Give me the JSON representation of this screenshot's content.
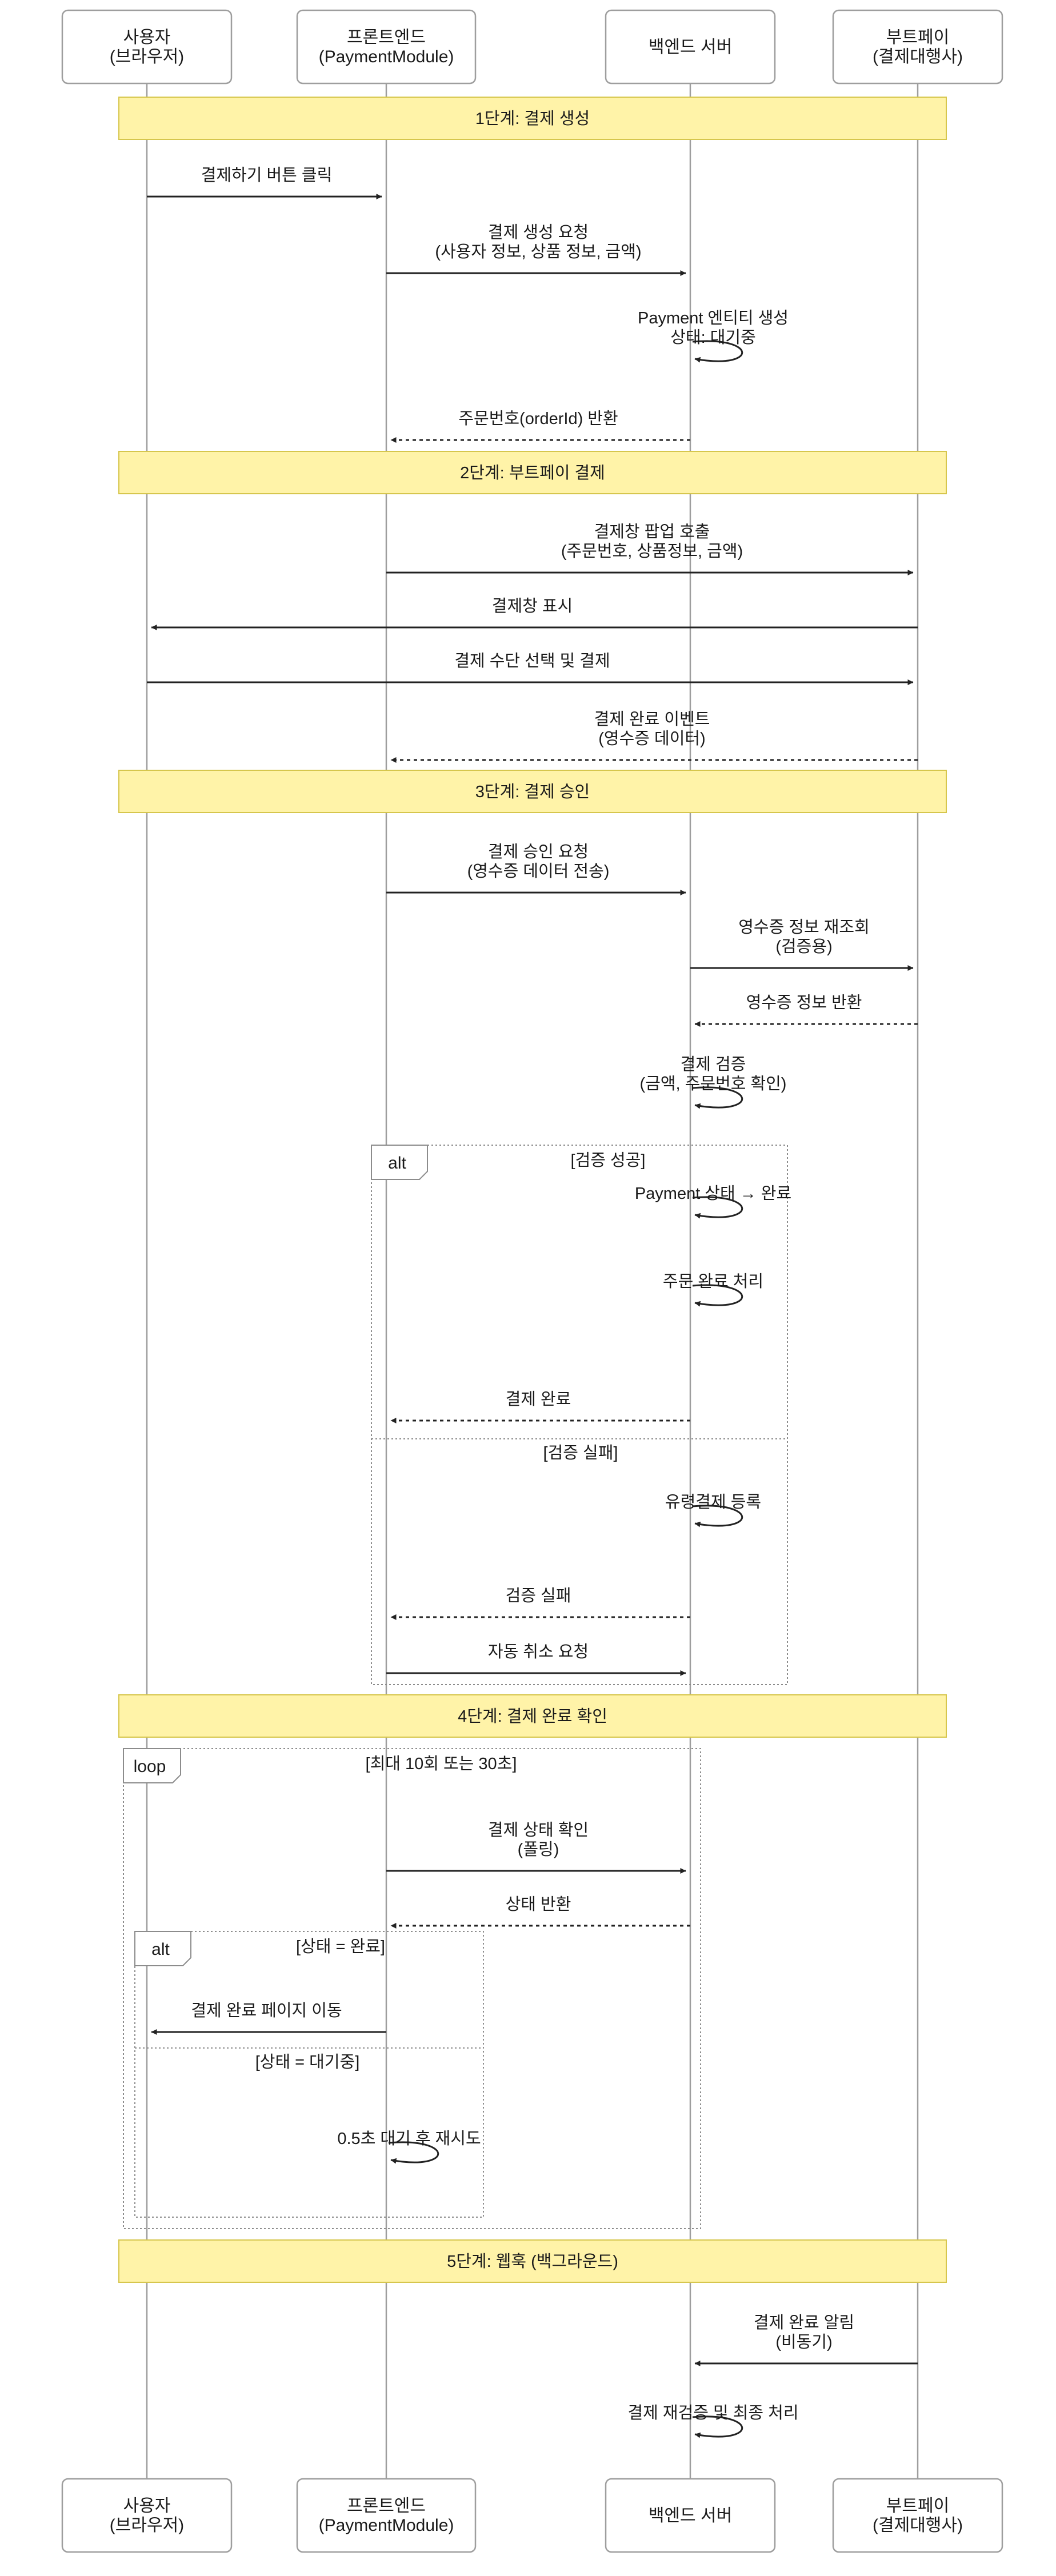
{
  "actors": [
    {
      "id": "user",
      "lines": [
        "사용자",
        "(브라우저)"
      ]
    },
    {
      "id": "frontend",
      "lines": [
        "프론트엔드",
        "(PaymentModule)"
      ]
    },
    {
      "id": "backend",
      "lines": [
        "백엔드 서버"
      ]
    },
    {
      "id": "bootpay",
      "lines": [
        "부트페이",
        "(결제대행사)"
      ]
    }
  ],
  "phases": [
    {
      "label": "1단계: 결제 생성"
    },
    {
      "label": "2단계: 부트페이 결제"
    },
    {
      "label": "3단계: 결제 승인"
    },
    {
      "label": "4단계: 결제 완료 확인"
    },
    {
      "label": "5단계: 웹훅 (백그라운드)"
    }
  ],
  "messages": [
    {
      "from": "user",
      "to": "frontend",
      "style": "solid",
      "lines": [
        "결제하기 버튼 클릭"
      ]
    },
    {
      "from": "frontend",
      "to": "backend",
      "style": "solid",
      "lines": [
        "결제 생성 요청",
        "(사용자 정보, 상품 정보, 금액)"
      ]
    },
    {
      "from": "backend",
      "to": "backend",
      "style": "self",
      "lines": [
        "Payment 엔티티 생성",
        "상태: 대기중"
      ]
    },
    {
      "from": "backend",
      "to": "frontend",
      "style": "dashed",
      "lines": [
        "주문번호(orderId) 반환"
      ]
    },
    {
      "from": "frontend",
      "to": "bootpay",
      "style": "solid",
      "lines": [
        "결제창 팝업 호출",
        "(주문번호, 상품정보, 금액)"
      ]
    },
    {
      "from": "bootpay",
      "to": "user",
      "style": "solid",
      "lines": [
        "결제창 표시"
      ]
    },
    {
      "from": "user",
      "to": "bootpay",
      "style": "solid",
      "lines": [
        "결제 수단 선택 및 결제"
      ]
    },
    {
      "from": "bootpay",
      "to": "frontend",
      "style": "dashed",
      "lines": [
        "결제 완료 이벤트",
        "(영수증 데이터)"
      ]
    },
    {
      "from": "frontend",
      "to": "backend",
      "style": "solid",
      "lines": [
        "결제 승인 요청",
        "(영수증 데이터 전송)"
      ]
    },
    {
      "from": "backend",
      "to": "bootpay",
      "style": "solid",
      "lines": [
        "영수증 정보 재조회",
        "(검증용)"
      ]
    },
    {
      "from": "bootpay",
      "to": "backend",
      "style": "dashed",
      "lines": [
        "영수증 정보 반환"
      ]
    },
    {
      "from": "backend",
      "to": "backend",
      "style": "self",
      "lines": [
        "결제 검증",
        "(금액, 주문번호 확인)"
      ]
    },
    {
      "from": "backend",
      "to": "backend",
      "style": "self",
      "lines": [
        "Payment 상태 → 완료"
      ]
    },
    {
      "from": "backend",
      "to": "backend",
      "style": "self",
      "lines": [
        "주문 완료 처리"
      ]
    },
    {
      "from": "backend",
      "to": "frontend",
      "style": "dashed",
      "lines": [
        "결제 완료"
      ]
    },
    {
      "from": "backend",
      "to": "backend",
      "style": "self",
      "lines": [
        "유령결제 등록"
      ]
    },
    {
      "from": "backend",
      "to": "frontend",
      "style": "dashed",
      "lines": [
        "검증 실패"
      ]
    },
    {
      "from": "frontend",
      "to": "backend",
      "style": "solid",
      "lines": [
        "자동 취소 요청"
      ]
    },
    {
      "from": "frontend",
      "to": "backend",
      "style": "solid",
      "lines": [
        "결제 상태 확인",
        "(폴링)"
      ]
    },
    {
      "from": "backend",
      "to": "frontend",
      "style": "dashed",
      "lines": [
        "상태 반환"
      ]
    },
    {
      "from": "frontend",
      "to": "user",
      "style": "solid",
      "lines": [
        "결제 완료 페이지 이동"
      ]
    },
    {
      "from": "frontend",
      "to": "frontend",
      "style": "self",
      "lines": [
        "0.5초 대기 후 재시도"
      ]
    },
    {
      "from": "bootpay",
      "to": "backend",
      "style": "solid",
      "lines": [
        "결제 완료 알림",
        "(비동기)"
      ]
    },
    {
      "from": "backend",
      "to": "backend",
      "style": "self",
      "lines": [
        "결제 재검증 및 최종 처리"
      ]
    }
  ],
  "fragments": [
    {
      "kind": "alt",
      "label": "alt",
      "conditions": [
        "[검증 성공]",
        "[검증 실패]"
      ]
    },
    {
      "kind": "loop",
      "label": "loop",
      "conditions": [
        "[최대 10회 또는 30초]"
      ]
    },
    {
      "kind": "alt",
      "label": "alt",
      "conditions": [
        "[상태 = 완료]",
        "[상태 = 대기중]"
      ]
    }
  ],
  "colors": {
    "lifeline": "#9e9e9e",
    "actor_border": "#9e9e9e",
    "actor_fill": "#ffffff",
    "phase_fill": "#fff3a8",
    "phase_border": "#d6c64d",
    "arrow": "#222222",
    "fragment_border": "#8c8c8c"
  }
}
